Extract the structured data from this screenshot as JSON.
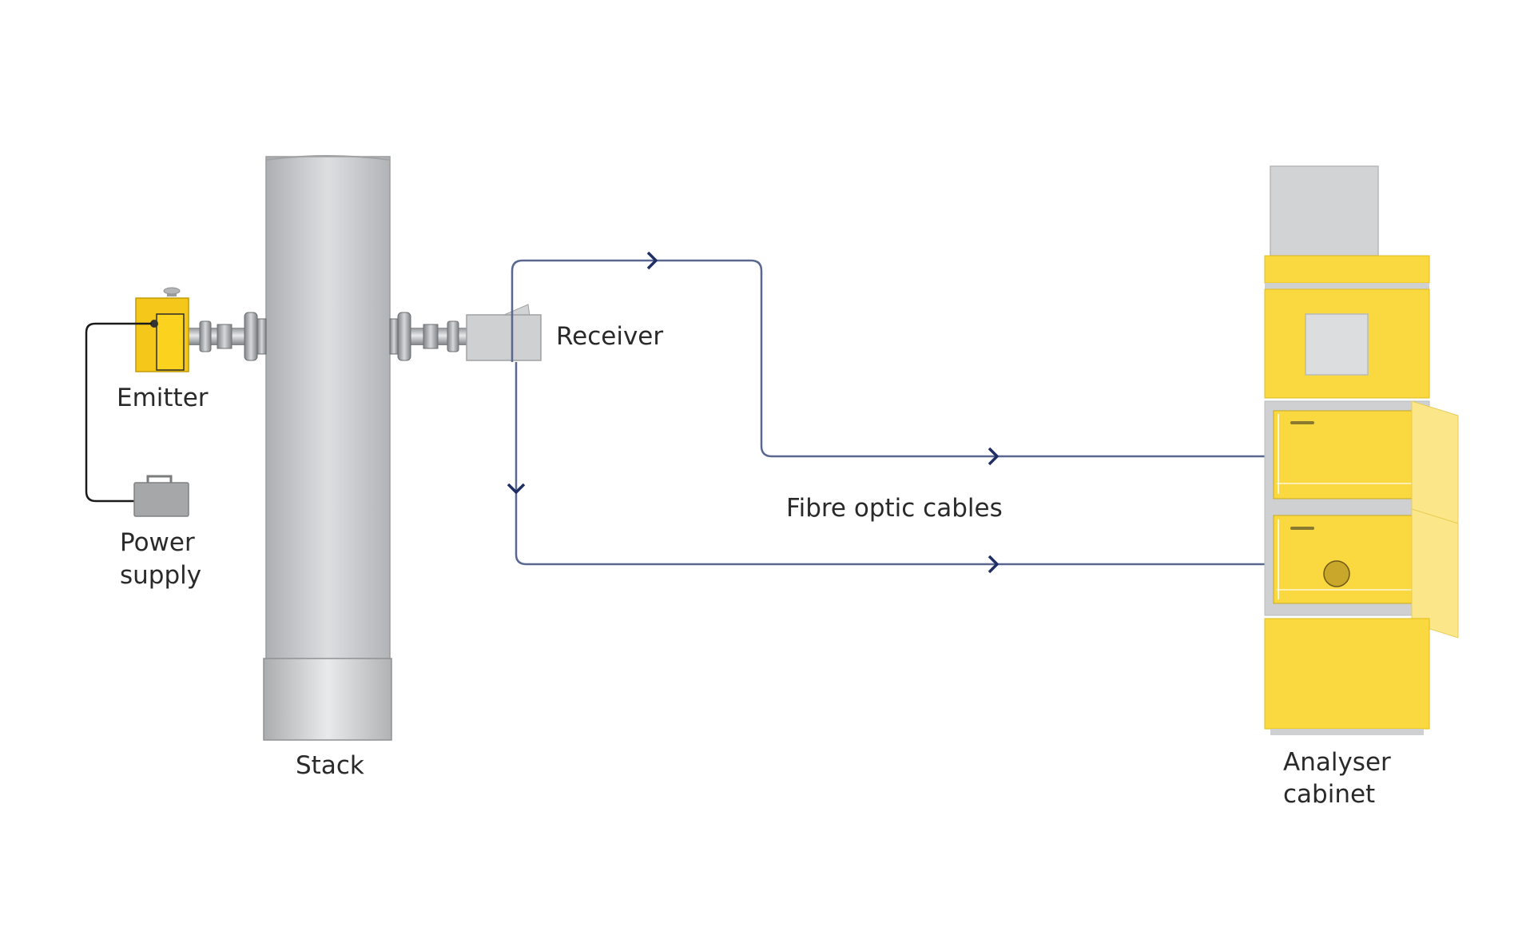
{
  "labels": {
    "emitter": "Emitter",
    "power_supply_line1": "Power",
    "power_supply_line2": "supply",
    "stack": "Stack",
    "receiver": "Receiver",
    "fibre_optic_cables": "Fibre optic cables",
    "analyser_cabinet_line1": "Analyser",
    "analyser_cabinet_line2": "cabinet"
  },
  "colors": {
    "cable_blue": "#5a6890",
    "arrow_navy": "#1f2f66",
    "cabinet_yellow": "#fad83f",
    "cabinet_grey": "#d0d0d0",
    "stack_grey": "#c4c6c8",
    "emitter_yellow": "#f5c71a",
    "power_wire": "#1a1a1a"
  },
  "icons": [
    "emitter-box-icon",
    "power-supply-icon",
    "stack-icon",
    "receiver-box-icon",
    "analyser-cabinet-icon",
    "flow-arrow-icon"
  ]
}
